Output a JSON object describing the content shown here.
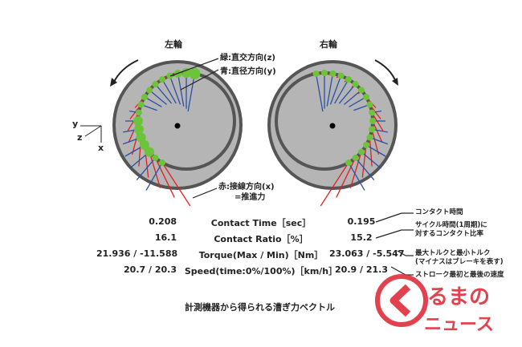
{
  "title": "計測機器から得られる漕ぎ力ベクトル",
  "wheels": {
    "left": "左輪",
    "right": "右輪"
  },
  "axes": {
    "y": "y",
    "z": "z",
    "x": "x"
  },
  "legend": {
    "green": "緑:直交方向(z)",
    "blue": "青:直径方向(y)",
    "red_line1": "赤:接線方向(x)",
    "red_line2": "=推進力"
  },
  "colors": {
    "green": "#6cc43a",
    "blue": "#2b4fa8",
    "red": "#e02020",
    "rim": "#555555",
    "tire": "#b5b5b5"
  },
  "metrics": [
    {
      "label": "Contact Time［sec］",
      "left": "0.208",
      "right": "0.195",
      "note": [
        "コンタクト時間"
      ]
    },
    {
      "label": "Contact Ratio［%］",
      "left": "16.1",
      "right": "15.2",
      "note": [
        "サイクル時間(1周期)に",
        "対するコンタクト比率"
      ]
    },
    {
      "label": "Torque(Max / Min)［Nm］",
      "left": "21.936 / -11.588",
      "right": "23.063 / -5.547",
      "note": [
        "最大トルクと最小トルク",
        "(マイナスはブレーキを表す)"
      ]
    },
    {
      "label": "Speed(time:0%/100%)［km/h］",
      "left": "20.7 / 20.3",
      "right": "20.9 / 21.3",
      "note": [
        "ストローク最初と最後の速度"
      ]
    }
  ],
  "logo": {
    "line1": "るまの",
    "line2": "ニュース"
  }
}
